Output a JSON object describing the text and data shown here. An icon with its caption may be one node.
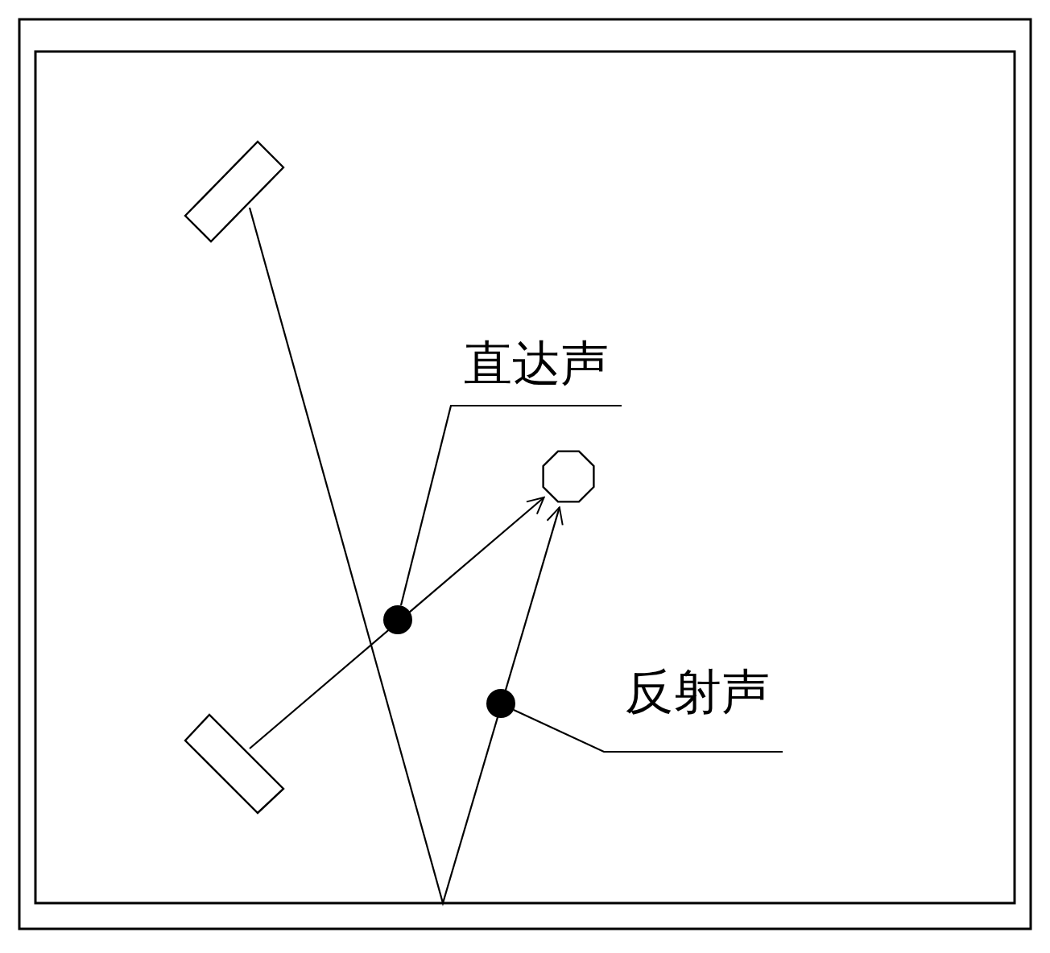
{
  "diagram": {
    "nodes": [
      {
        "text": [],
        "shape": "box"
      },
      {
        "text": [
          "直达声"
        ]
      },
      {
        "text": [],
        "shape": "octagon"
      },
      {
        "text": [
          "反射声"
        ]
      },
      {
        "text": [],
        "shape": "box"
      }
    ],
    "edges": [
      {
        "from": 0,
        "to": 2,
        "arrow": "to"
      },
      {
        "from": 4,
        "to": 2,
        "arrow": "to"
      },
      {
        "from": 1,
        "to": null,
        "arrow": "none"
      },
      {
        "from": 3,
        "to": null,
        "arrow": "none"
      }
    ]
  }
}
